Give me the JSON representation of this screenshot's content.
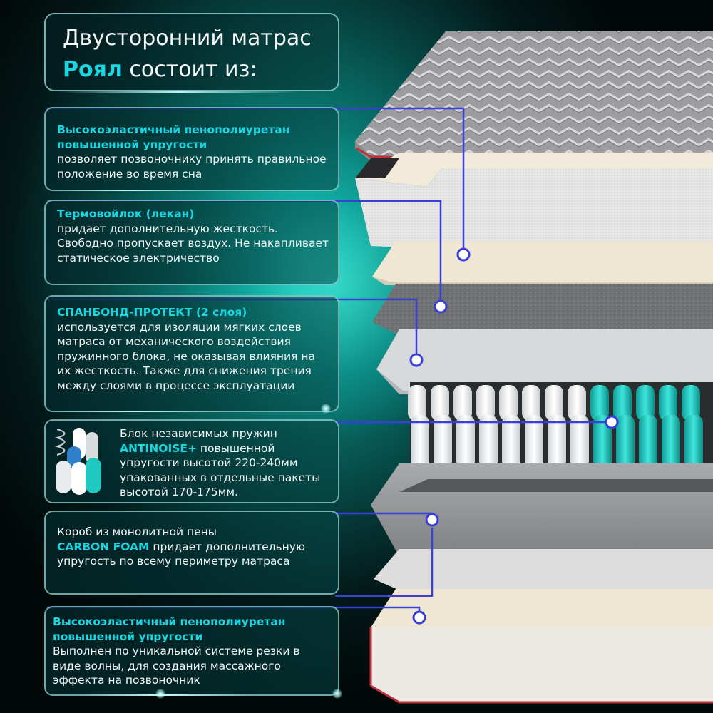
{
  "title": {
    "line1": "Двусторонний матрас",
    "brand": "Роял",
    "line2_rest": " состоит из:"
  },
  "layers": [
    {
      "highlight": "Высокоэластичный пенополиуретан повышенной упругости",
      "text": "позволяет позвоночнику принять правильное положение во время сна"
    },
    {
      "highlight": "Термовойлок (лекан)",
      "text": "придает дополнительную жесткость. Свободно пропускает воздух. Не накапливает статическое электричество"
    },
    {
      "highlight": "СПАНБОНД-ПРОТЕКТ (2 слоя)",
      "text": "используется для изоляции мягких слоев матраса от механического воздействия пружинного блока, не оказывая влияния на их жесткость. Также для снижения трения между слоями в процессе эксплуатации"
    },
    {
      "text_before": "Блок независимых пружин",
      "highlight": "ANTINOISE+",
      "text_after": "повышенной упругости высотой 220-240мм упакованных в отдельные пакеты высотой 170-175мм."
    },
    {
      "text_before": "Короб из монолитной пены",
      "highlight": "CARBON FOAM",
      "text_after": "придает дополнительную упругость по всему периметру матраса"
    },
    {
      "highlight": "Высокоэластичный пенополиуретан повышенной упругости",
      "text": "Выполнен по уникальной системе резки в виде волны, для создания массажного эффекта на позвоночник"
    }
  ],
  "colors": {
    "accent": "#19d6e0",
    "connector": "#3a3fd8",
    "teal_spring": "#1fc9c0"
  }
}
